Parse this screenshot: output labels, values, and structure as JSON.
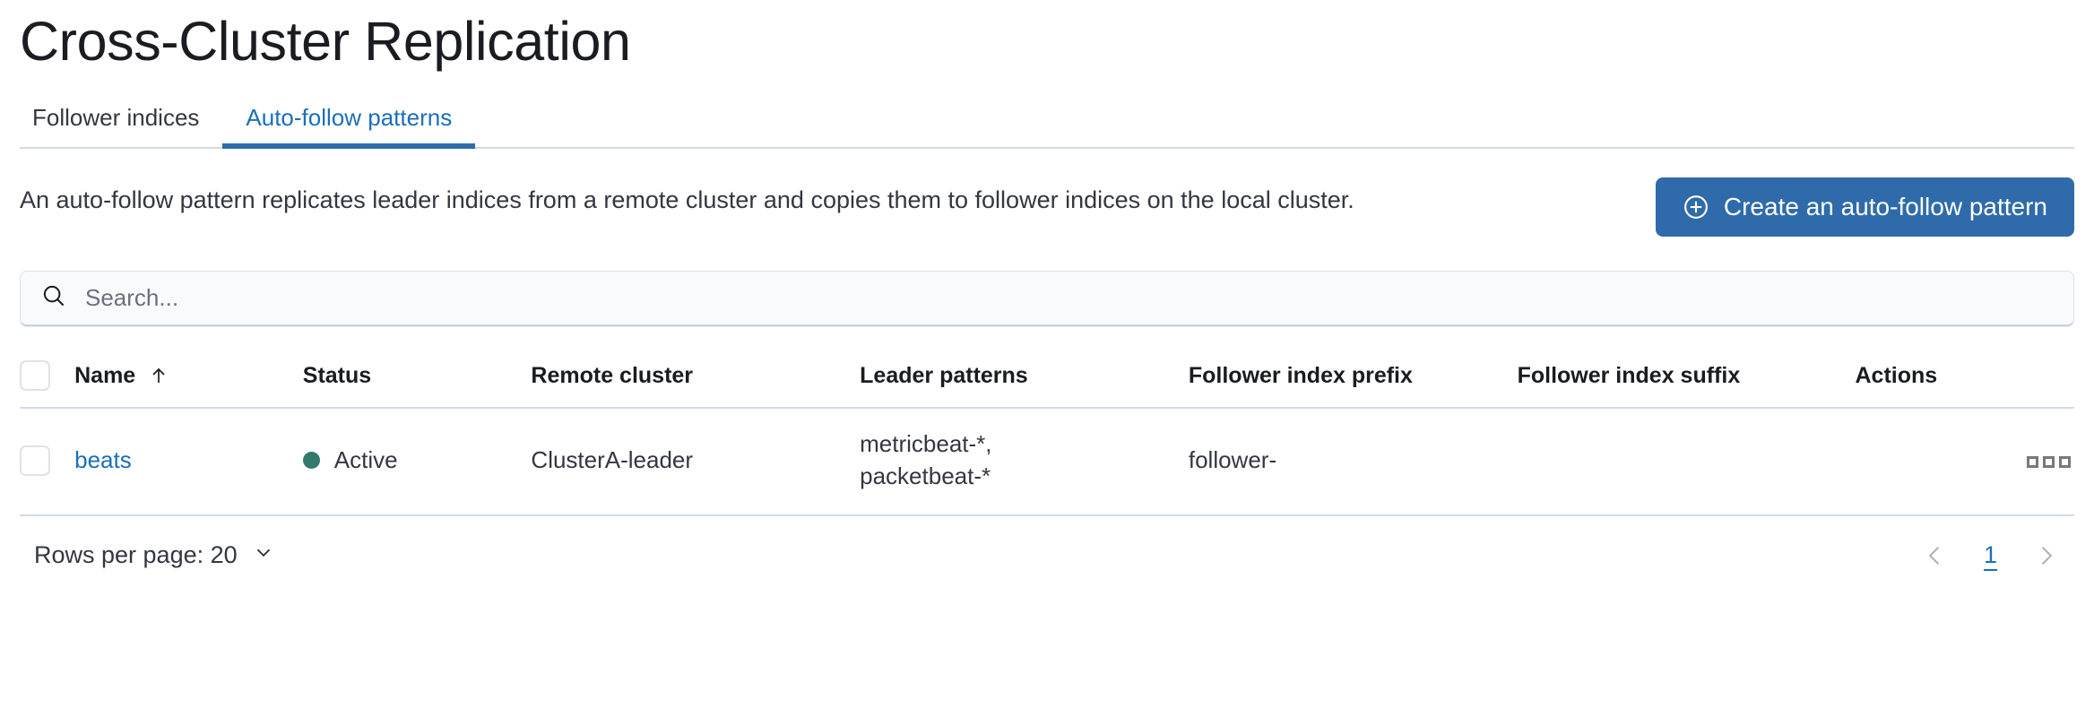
{
  "page": {
    "title": "Cross-Cluster Replication"
  },
  "tabs": [
    {
      "label": "Follower indices",
      "active": false
    },
    {
      "label": "Auto-follow patterns",
      "active": true
    }
  ],
  "intro": {
    "description": "An auto-follow pattern replicates leader indices from a remote cluster and copies them to follower indices on the local cluster.",
    "create_button_label": "Create an auto-follow pattern",
    "create_button_icon": "plus-in-circle-icon",
    "create_button_color": "#2f6bab"
  },
  "search": {
    "placeholder": "Search...",
    "value": "",
    "icon": "search-icon"
  },
  "table": {
    "columns": [
      "Name",
      "Status",
      "Remote cluster",
      "Leader patterns",
      "Follower index prefix",
      "Follower index suffix",
      "Actions"
    ],
    "sorted_column": "Name",
    "sort_direction": "ascending",
    "sort_icon": "arrow-up-icon",
    "rows": [
      {
        "name": "beats",
        "status": "Active",
        "status_color": "#327a6d",
        "remote_cluster": "ClusterA-leader",
        "leader_patterns": "metricbeat-*,\npacketbeat-*",
        "follower_index_prefix": "follower-",
        "follower_index_suffix": "",
        "actions_icon": "ellipsis-actions-icon"
      }
    ]
  },
  "footer": {
    "rows_per_page_label": "Rows per page: 20",
    "rows_per_page_icon": "chevron-down-icon",
    "prev_icon": "chevron-left-icon",
    "next_icon": "chevron-right-icon",
    "current_page": "1"
  }
}
